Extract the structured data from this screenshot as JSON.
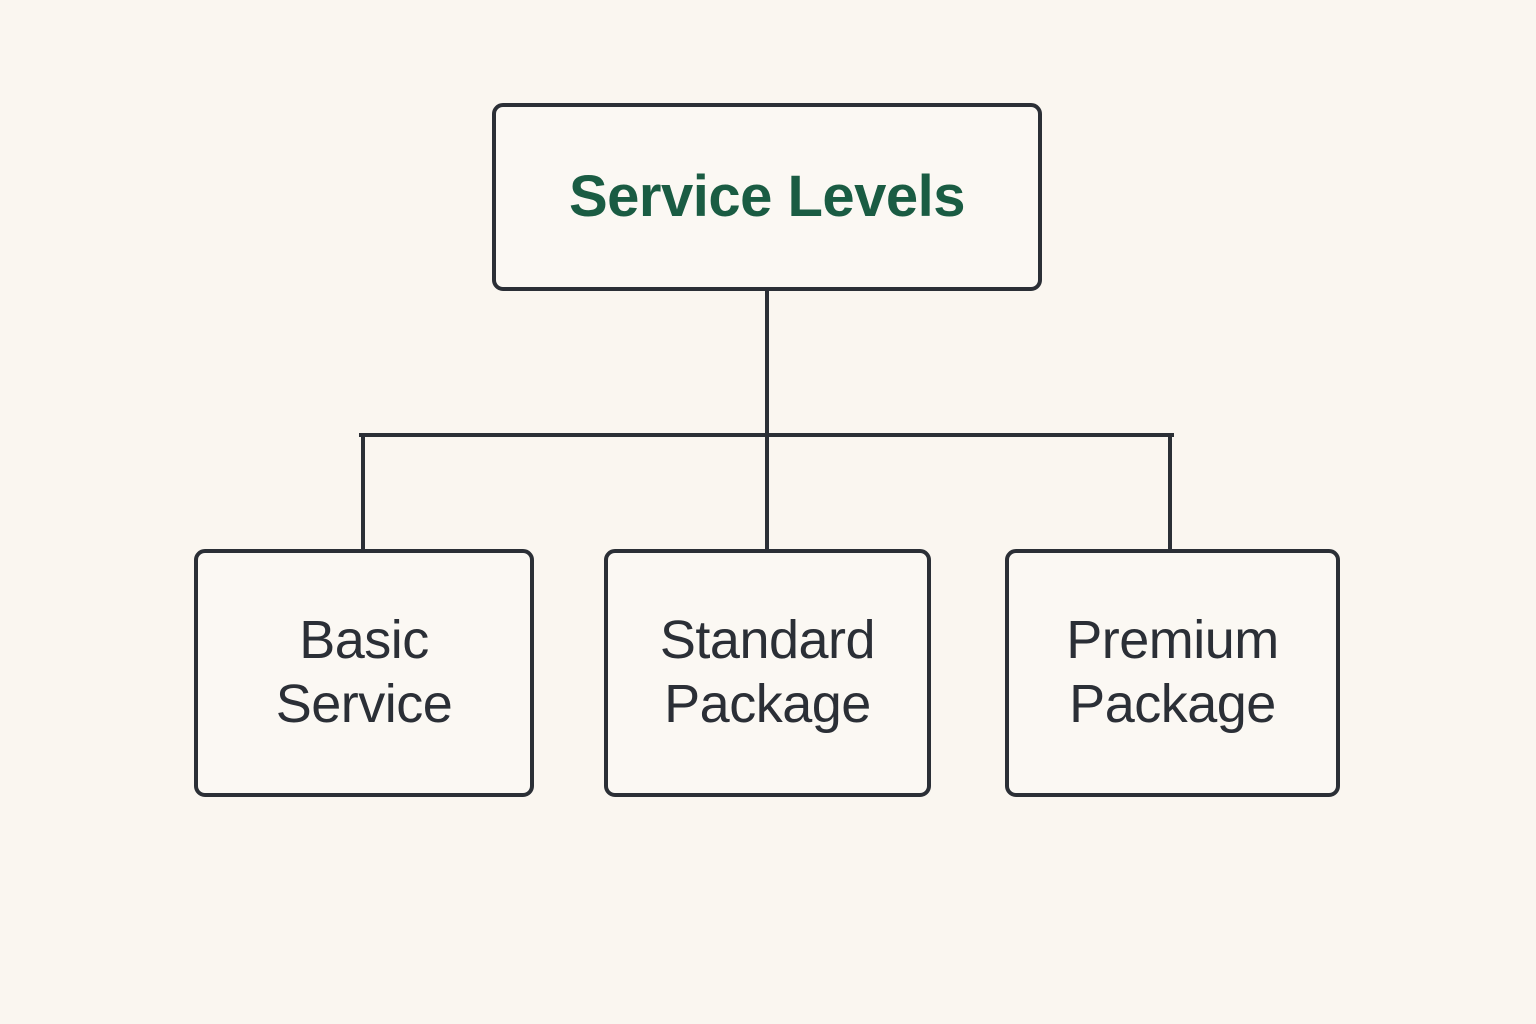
{
  "diagram": {
    "type": "org-tree",
    "orientation": "top-down",
    "background_color": "#faf6f0",
    "node_fill_color": "#fbf8f3",
    "node_border_color": "#2b2f36",
    "connector_color": "#2b2f36",
    "root": {
      "id": "root",
      "label": "Service Levels",
      "text_color": "#1a5c43"
    },
    "children": [
      {
        "id": "child-0",
        "label": "Basic\nService",
        "text_color": "#2b2f36"
      },
      {
        "id": "child-1",
        "label": "Standard\nPackage",
        "text_color": "#2b2f36"
      },
      {
        "id": "child-2",
        "label": "Premium\nPackage",
        "text_color": "#2b2f36"
      }
    ]
  }
}
